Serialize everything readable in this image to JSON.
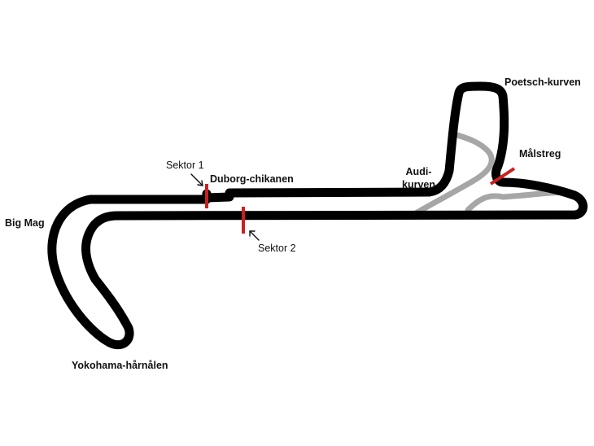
{
  "colors": {
    "track": "#000000",
    "alt_track": "#a6a6a6",
    "marker": "#cc1f1f",
    "text": "#111111",
    "background": "#ffffff"
  },
  "labels": {
    "big_mag": "Big Mag",
    "yokohama": "Yokohama-hårnålen",
    "sektor1": "Sektor 1",
    "duborg": "Duborg-chikanen",
    "sektor2": "Sektor 2",
    "audi_line1": "Audi-",
    "audi_line2": "kurven",
    "poetsch": "Poetsch-kurven",
    "malstreg": "Målstreg"
  }
}
